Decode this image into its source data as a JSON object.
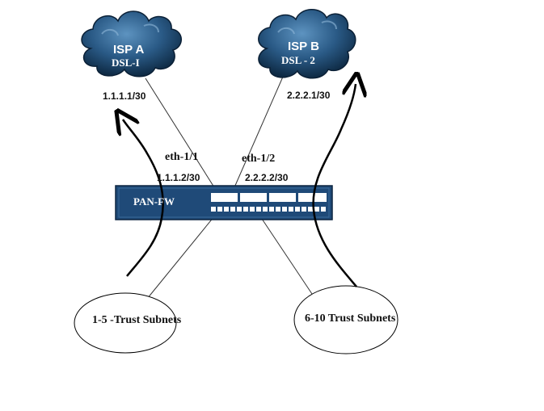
{
  "clouds": {
    "isp_a": {
      "title": "ISP A",
      "subtitle": "DSL-I",
      "address": "1.1.1.1/30"
    },
    "isp_b": {
      "title": "ISP B",
      "subtitle": "DSL  - 2",
      "address": "2.2.2.1/30"
    }
  },
  "firewall": {
    "label": "PAN-FW",
    "interfaces": [
      {
        "name": "eth-1/1",
        "address": "1.1.1.2/30"
      },
      {
        "name": "eth-1/2",
        "address": "2.2.2.2/30"
      }
    ]
  },
  "subnets": {
    "left": "1-5 -Trust Subnets",
    "right": "6-10 Trust Subnets"
  },
  "colors": {
    "cloud_dark": "#0e2a44",
    "cloud_light": "#4f86b3",
    "firewall_body": "#1f4a78",
    "line": "#333333"
  }
}
